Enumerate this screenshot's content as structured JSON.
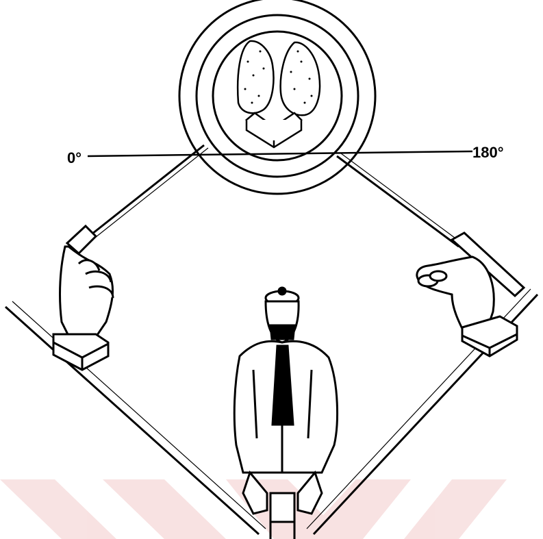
{
  "diagram": {
    "labels": {
      "left_angle": "0°",
      "right_angle": "180°"
    },
    "colors": {
      "ink": "#000000",
      "paper": "#ffffff",
      "watermark": "#f3d3d3"
    },
    "figures": {
      "specimen": "lung-specimen",
      "left_tool": "hand-with-catheter",
      "right_tool": "hand-with-catheter",
      "operator": "surgeon-figure"
    }
  }
}
